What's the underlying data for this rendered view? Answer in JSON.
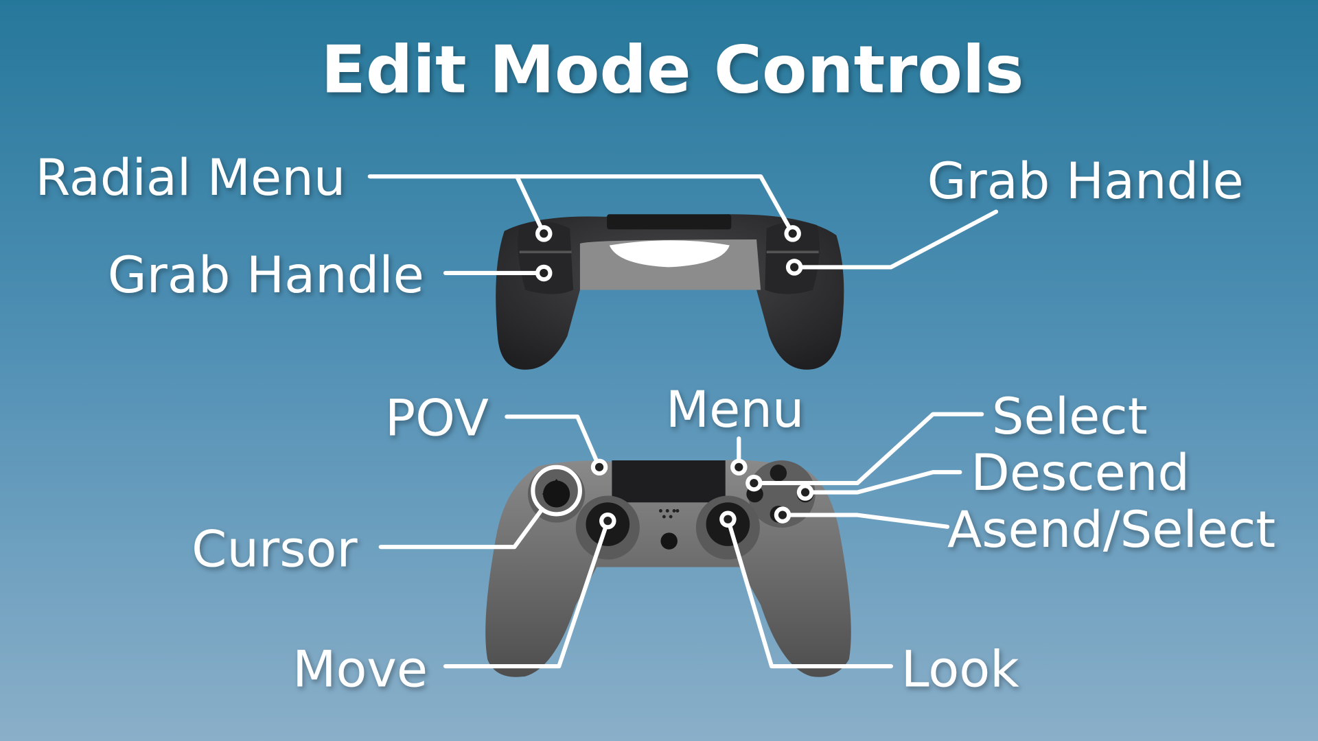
{
  "title": "Edit Mode Controls",
  "labels": {
    "radial_menu": "Radial Menu",
    "grab_handle_left": "Grab Handle",
    "grab_handle_right": "Grab Handle",
    "pov": "POV",
    "menu": "Menu",
    "select": "Select",
    "descend": "Descend",
    "ascend_select": "Asend/Select",
    "cursor": "Cursor",
    "move": "Move",
    "look": "Look"
  },
  "colors": {
    "bg_top": "#26789b",
    "bg_bottom": "#8aafc9",
    "controller_back": "#3a3a3c",
    "controller_front": "#6f6f6f",
    "callout": "#ffffff"
  }
}
